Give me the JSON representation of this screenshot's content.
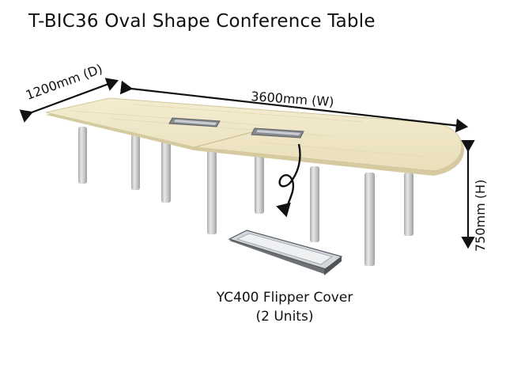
{
  "title": "T-BIC36 Oval Shape Conference Table",
  "dimensions": {
    "width": "3600mm (W)",
    "depth": "1200mm (D)",
    "height": "750mm (H)"
  },
  "accessory": {
    "name": "YC400 Flipper Cover",
    "quantity": "(2 Units)"
  },
  "colors": {
    "tabletop": "#efe6c8",
    "tabletop_edge": "#d9cda4",
    "legs": "#c9cbc9",
    "cutout": "#8f9398",
    "text": "#111111"
  }
}
